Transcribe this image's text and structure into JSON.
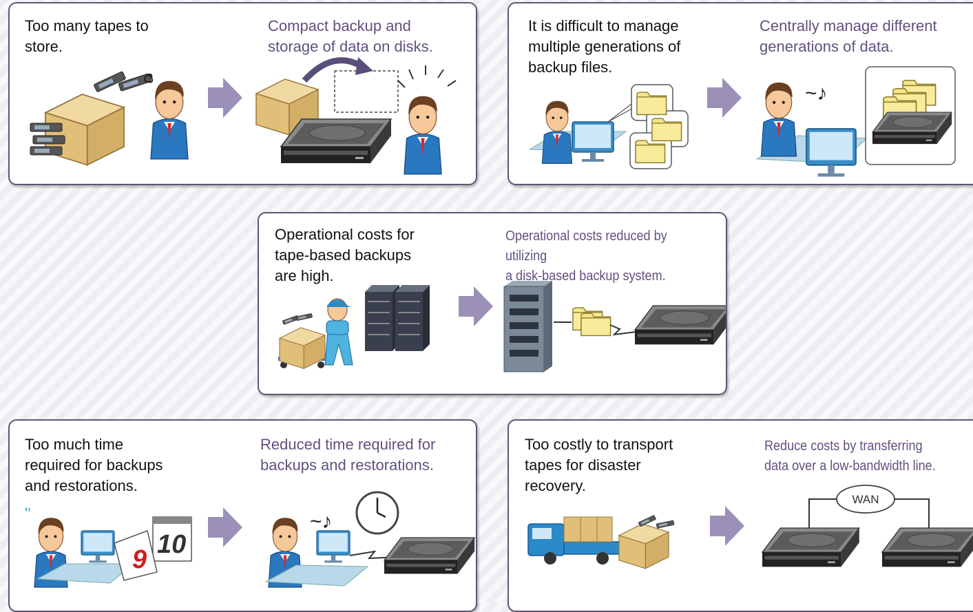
{
  "panels": [
    {
      "problem_lines": [
        "Too many tapes to",
        "store."
      ],
      "solution_lines": [
        "Compact backup and",
        "storage of data on disks."
      ]
    },
    {
      "problem_lines": [
        "It is difficult to manage",
        "multiple generations of",
        "backup files."
      ],
      "solution_lines": [
        "Centrally manage different",
        "generations of data."
      ]
    },
    {
      "problem_lines": [
        "Operational costs for",
        "tape-based backups",
        "are high."
      ],
      "solution_lines": [
        "Operational costs reduced by utilizing",
        "a disk-based backup system."
      ]
    },
    {
      "problem_lines": [
        "Too much time",
        "required for backups",
        "and restorations."
      ],
      "solution_lines": [
        "Reduced time required for",
        "backups and restorations."
      ]
    },
    {
      "problem_lines": [
        "Too costly to transport",
        "tapes for disaster",
        "recovery."
      ],
      "solution_lines": [
        "Reduce costs by transferring",
        "data over a low-bandwidth line."
      ],
      "network_label": "WAN"
    }
  ],
  "calendar_digits": [
    "9",
    "10"
  ],
  "colors": {
    "panel_border": "#5f5474",
    "solution_text": "#62507f",
    "arrow": "#9a90b8",
    "cardboard": "#e9c98a",
    "folder": "#f5e58a",
    "suit": "#2a78c0",
    "drive": "#5c5c5c"
  },
  "icons": [
    "tape-cartridge-icon",
    "cardboard-box-icon",
    "businessman-icon",
    "hard-drive-icon",
    "folder-icon",
    "computer-monitor-icon",
    "server-rack-icon",
    "hand-cart-icon",
    "calendar-icon",
    "clock-icon",
    "music-note-icon",
    "truck-icon",
    "cloud-icon"
  ]
}
